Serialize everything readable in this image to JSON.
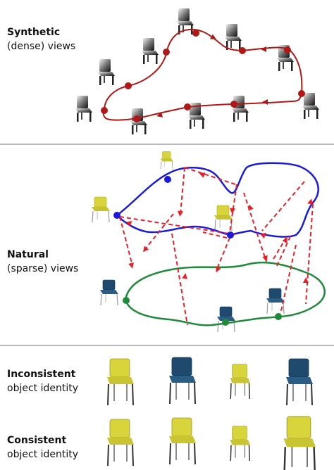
{
  "sections": {
    "synthetic": {
      "title": "Synthetic",
      "subtitle": "(dense) views"
    },
    "natural": {
      "title": "Natural",
      "subtitle": "(sparse) views"
    },
    "inconsistent": {
      "title": "Inconsistent",
      "subtitle": "object identity"
    },
    "consistent": {
      "title": "Consistent",
      "subtitle": "object identity"
    }
  },
  "colors": {
    "synthetic_path": "#b01818",
    "natural_blue": "#1a1adc",
    "natural_green": "#1f8a3a",
    "correspondence": "#e8202a",
    "chair_yellow": "#d8d43c",
    "chair_blue": "#1f4a6e",
    "chair_gray": "#333333",
    "divider": "#b8b8b8"
  },
  "icons": [
    "chair-render-icon"
  ]
}
